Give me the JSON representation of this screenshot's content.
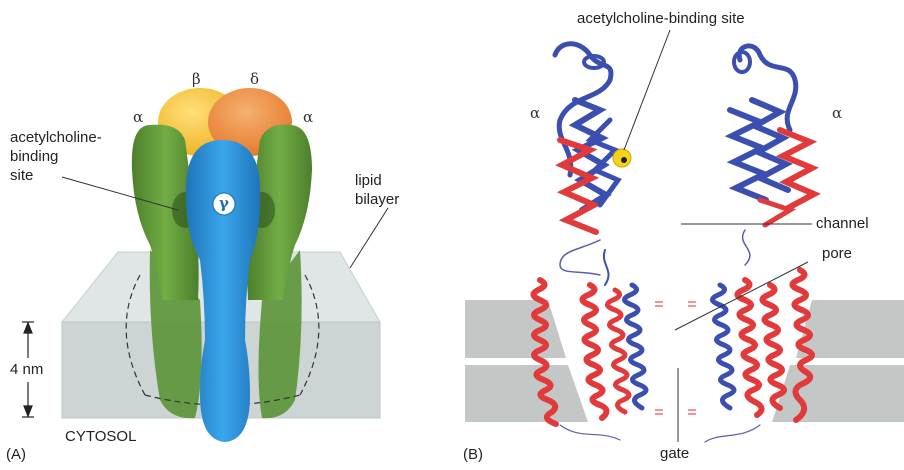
{
  "panel_a": {
    "label": "(A)",
    "subunits": {
      "beta": "β",
      "delta": "δ",
      "alpha_left": "α",
      "alpha_right": "α",
      "gamma": "γ"
    },
    "binding_site_lines": [
      "acetylcholine-",
      "binding",
      "site"
    ],
    "lipid_lines": [
      "lipid",
      "bilayer"
    ],
    "scale": "4 nm",
    "cytosol": "CYTOSOL"
  },
  "panel_b": {
    "label": "(B)",
    "binding_site": "acetylcholine-binding site",
    "alpha_left": "α",
    "alpha_right": "α",
    "channel": "channel",
    "pore": "pore",
    "gate": "gate"
  },
  "colors": {
    "alpha": "#5f9a3a",
    "beta": "#f4c33a",
    "delta": "#ec8a3c",
    "gamma": "#2c8fd8",
    "membrane": "#cfd8d8",
    "helix_red": "#e23a3a",
    "helix_blue": "#3b4fb0"
  }
}
